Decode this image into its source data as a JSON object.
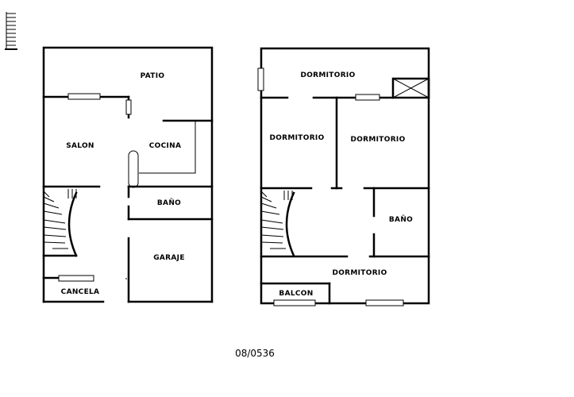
{
  "reference": "08/0536",
  "ground_floor": {
    "rooms": {
      "patio": "PATIO",
      "salon": "SALON",
      "cocina": "COCINA",
      "bano": "BAÑO",
      "garaje": "GARAJE",
      "cancela": "CANCELA"
    }
  },
  "upper_floor": {
    "rooms": {
      "dormitorio_top": "DORMITORIO",
      "dormitorio_left": "DORMITORIO",
      "dormitorio_right": "DORMITORIO",
      "bano": "BAÑO",
      "dormitorio_bottom": "DORMITORIO",
      "balcon": "BALCON"
    }
  }
}
